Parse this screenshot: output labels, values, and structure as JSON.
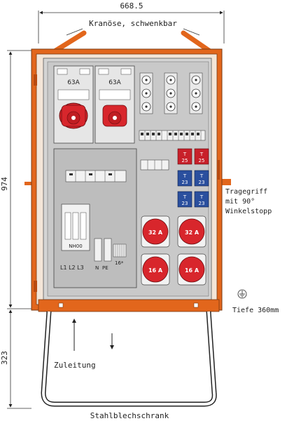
{
  "dimensions": {
    "width": "668.5",
    "height_cabinet": "974",
    "height_stand": "323",
    "depth_label": "Tiefe 360mm"
  },
  "labels": {
    "crane_eyes": "Kranöse, schwenkbar",
    "handle_line1": "Tragegriff",
    "handle_line2": "mit 90°",
    "handle_line3": "Winkelstopp",
    "supply": "Zuleitung",
    "cabinet_type": "Stahlblechschrank"
  },
  "sockets_63a": [
    "63A",
    "63A"
  ],
  "sockets_32a": [
    "32 A",
    "32 A"
  ],
  "sockets_16a": [
    "16 A",
    "16 A"
  ],
  "fuses_red": [
    {
      "t": "T",
      "v": "25"
    },
    {
      "t": "T",
      "v": "25"
    }
  ],
  "fuses_blue": [
    {
      "t": "T",
      "v": "23"
    },
    {
      "t": "T",
      "v": "23"
    },
    {
      "t": "T",
      "v": "23"
    },
    {
      "t": "T",
      "v": "23"
    }
  ],
  "nh_switch_label": "NH00",
  "terminals": {
    "l_labels": "L1 L2 L3",
    "n_label": "N",
    "pe_label": "PE",
    "count_label": "16*"
  },
  "colors": {
    "cabinet_orange": "#e2661c",
    "socket_red": "#d8262c",
    "fuse_red": "#c8202a",
    "fuse_blue": "#2a4f9e",
    "panel_gray": "#c9c9c9"
  }
}
